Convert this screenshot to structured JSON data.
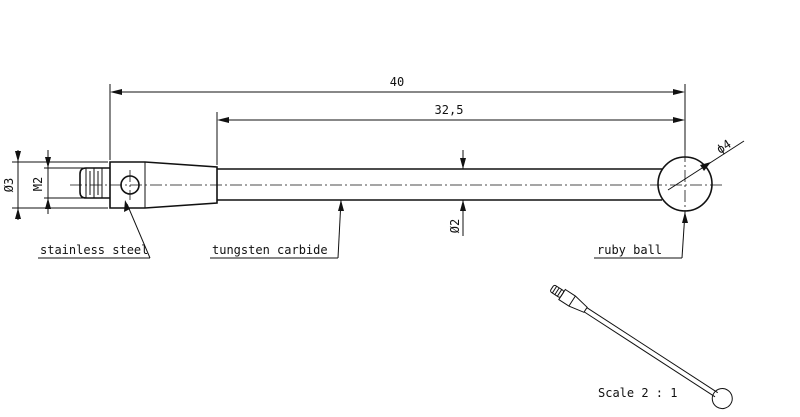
{
  "dimensions": {
    "overall_length": "40",
    "shaft_length": "32,5",
    "ball_diameter": "ϕ4",
    "shaft_diameter": "Ø2",
    "thread": "M2",
    "body_diameter": "Ø3"
  },
  "callouts": {
    "body_material": "stainless steel",
    "shaft_material": "tungsten carbide",
    "tip_material": "ruby ball"
  },
  "scale": "Scale 2 : 1"
}
